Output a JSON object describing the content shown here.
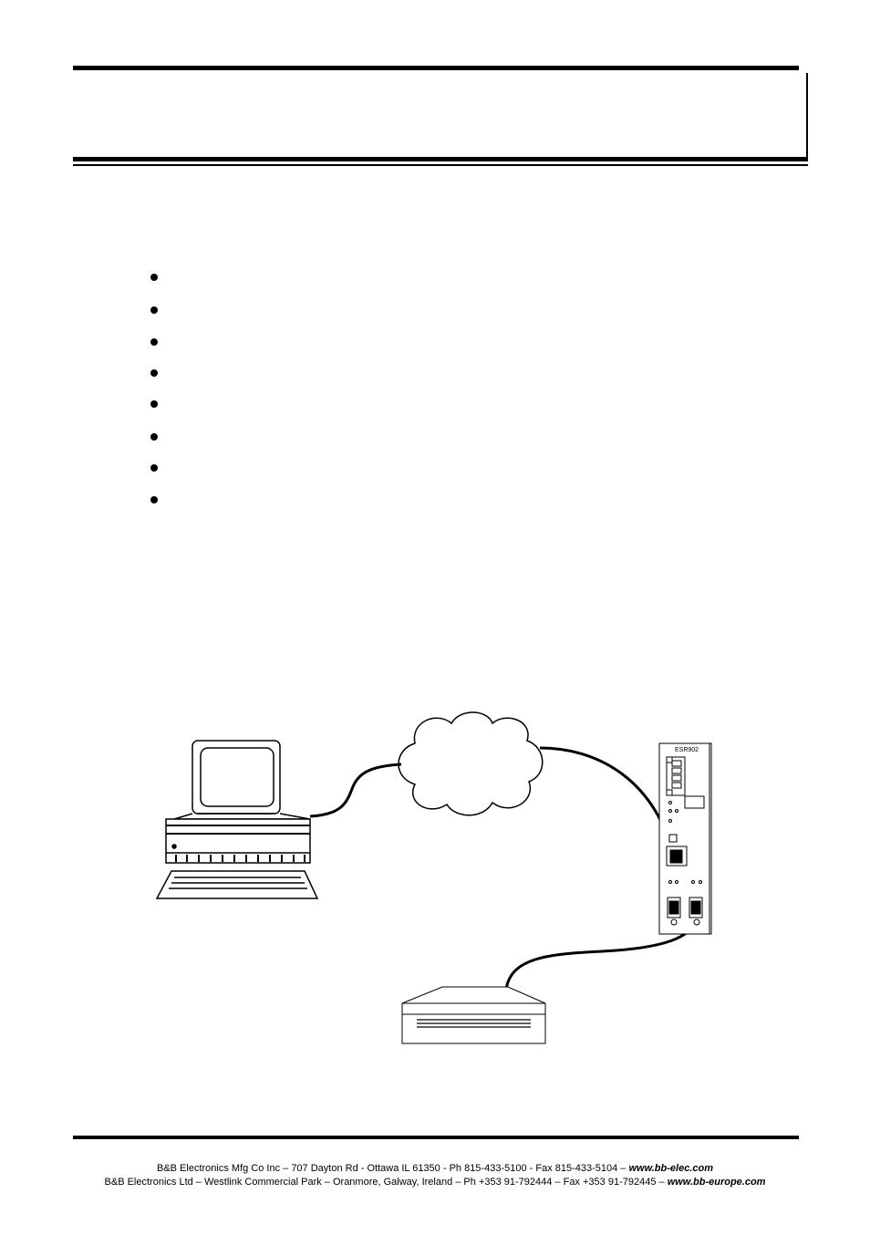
{
  "header": {
    "title": ""
  },
  "bullets": [
    "",
    "",
    "",
    "",
    "",
    "",
    "",
    ""
  ],
  "diagram": {
    "device_label": "ESR902"
  },
  "footer": {
    "line1_text": "B&B Electronics Mfg Co Inc – 707 Dayton Rd - Ottawa IL 61350 - Ph 815-433-5100 - Fax 815-433-5104 – ",
    "line1_url": "www.bb-elec.com",
    "line2_text": "B&B Electronics Ltd – Westlink Commercial Park – Oranmore, Galway, Ireland – Ph +353 91-792444 – Fax +353 91-792445 – ",
    "line2_url": "www.bb-europe.com"
  }
}
